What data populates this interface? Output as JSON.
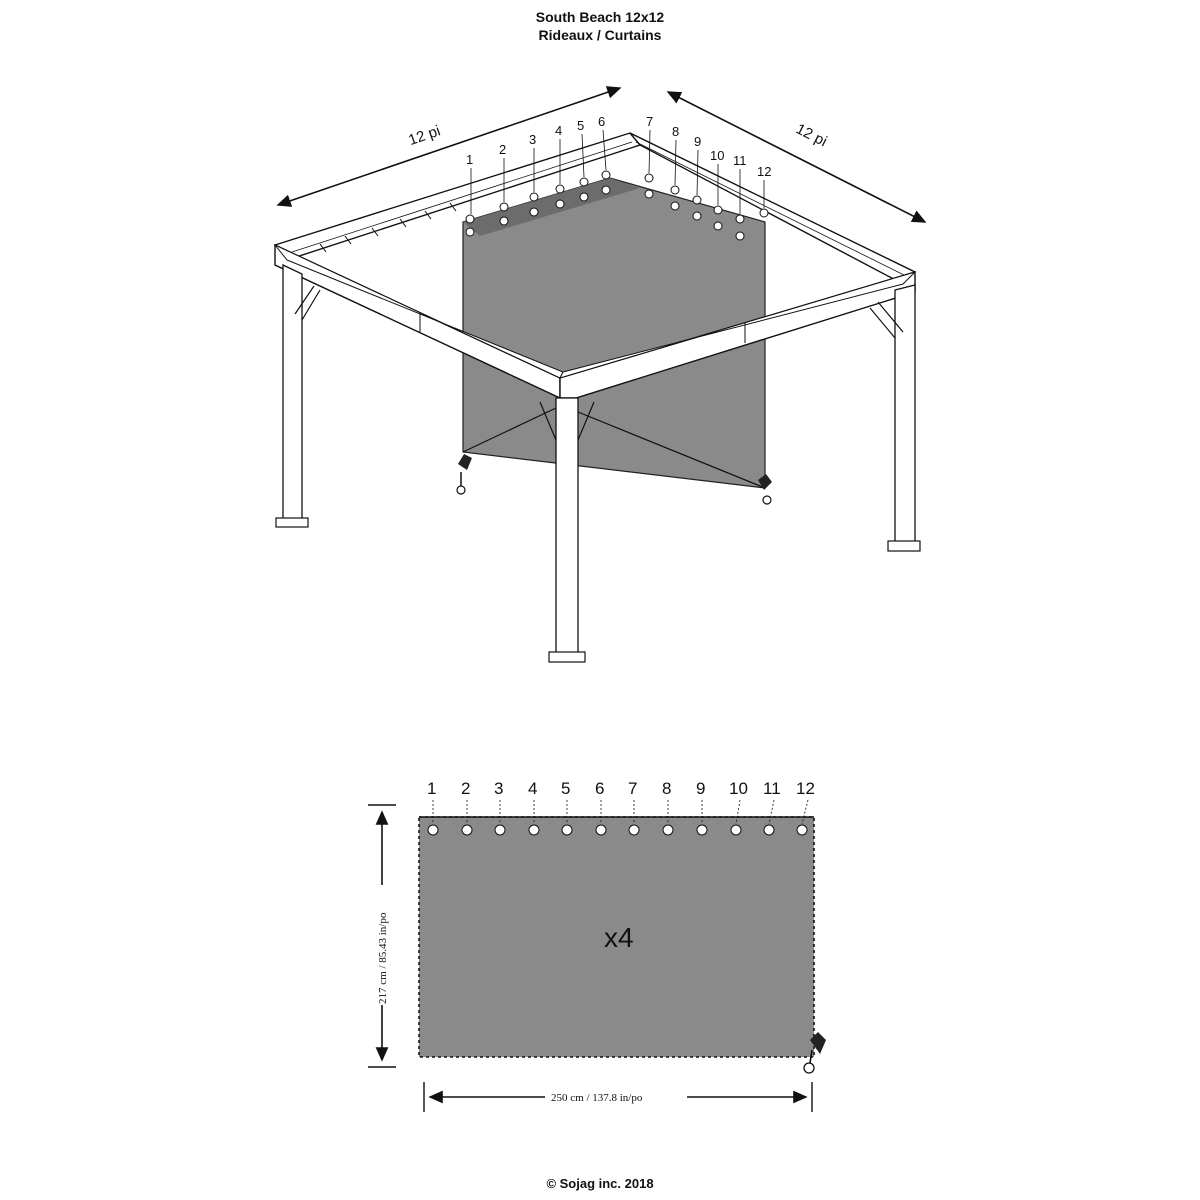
{
  "title": {
    "line1": "South Beach 12x12",
    "line2": "Rideaux / Curtains"
  },
  "gazebo": {
    "dim_left": "12 pi",
    "dim_right": "12 pi",
    "hook_numbers": [
      "1",
      "2",
      "3",
      "4",
      "5",
      "6",
      "7",
      "8",
      "9",
      "10",
      "11",
      "12"
    ]
  },
  "panel": {
    "hook_numbers": [
      "1",
      "2",
      "3",
      "4",
      "5",
      "6",
      "7",
      "8",
      "9",
      "10",
      "11",
      "12"
    ],
    "quantity": "x4",
    "height_label": "217 cm / 85.43 in/po",
    "width_label": "250 cm / 137.8 in/po",
    "fill_color": "#8a8a8a"
  },
  "footer": {
    "copyright": "© Sojag inc. 2018"
  }
}
